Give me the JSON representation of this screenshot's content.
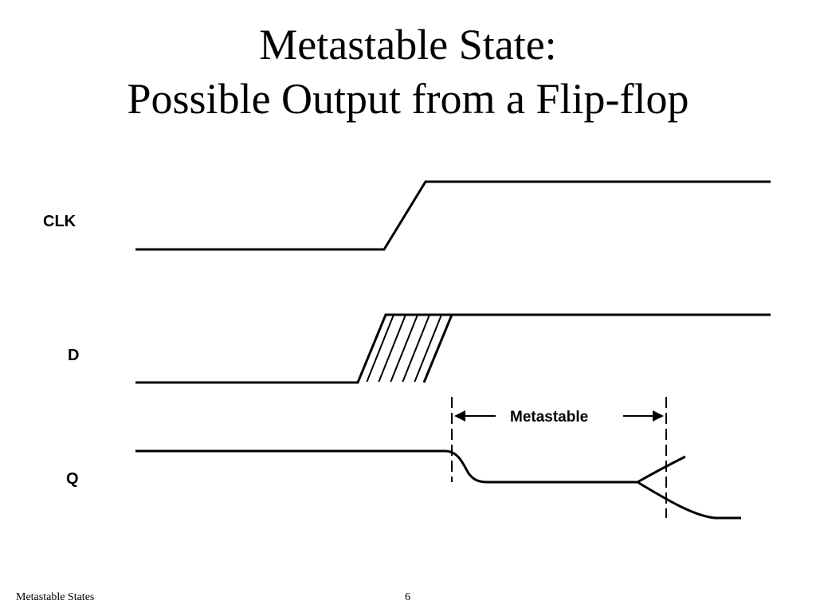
{
  "slide": {
    "title_line1": "Metastable State:",
    "title_line2": "Possible Output from a Flip-flop",
    "footer_text": "Metastable States",
    "page_number": "6"
  },
  "diagram": {
    "signals": [
      {
        "label": "CLK"
      },
      {
        "label": "D"
      },
      {
        "label": "Q"
      }
    ],
    "window_label": "Metastable"
  },
  "colors": {
    "line": "#000000",
    "background": "#ffffff"
  }
}
